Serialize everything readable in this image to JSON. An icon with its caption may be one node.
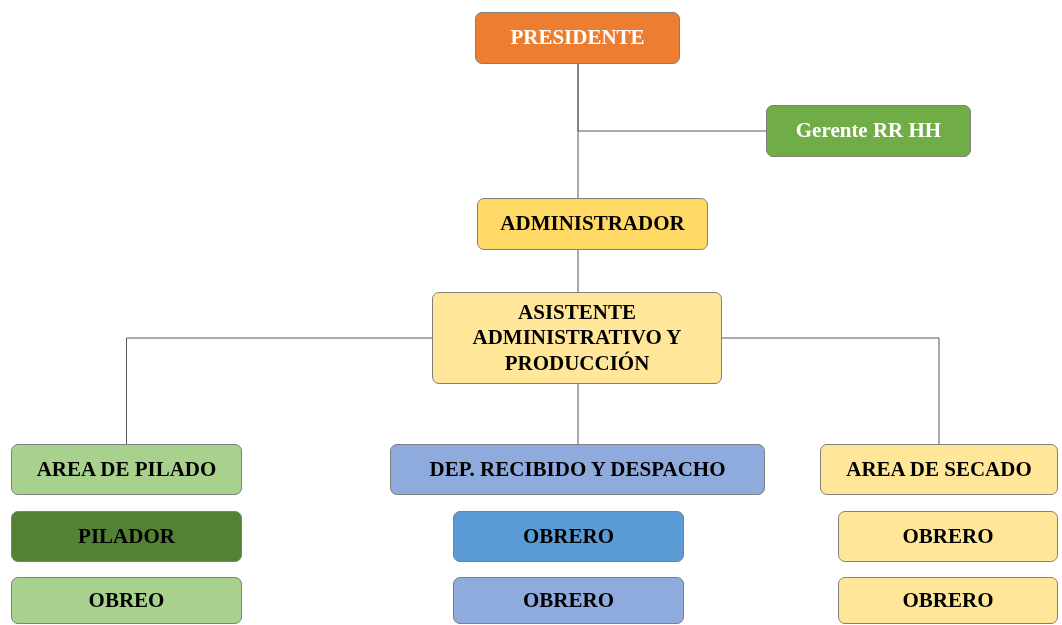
{
  "diagram": {
    "nodes": [
      {
        "text": [
          "PRESIDENTE"
        ]
      },
      {
        "text": [
          "Gerente RR HH"
        ]
      },
      {
        "text": [
          "ADMINISTRADOR"
        ]
      },
      {
        "text": [
          "ASISTENTE ADMINISTRATIVO Y PRODUCCIÓN"
        ]
      },
      {
        "text": [
          "AREA DE PILADO"
        ]
      },
      {
        "text": [
          "DEP. RECIBIDO Y DESPACHO"
        ]
      },
      {
        "text": [
          "AREA DE SECADO"
        ]
      },
      {
        "text": [
          "PILADOR"
        ]
      },
      {
        "text": [
          "OBREO"
        ]
      },
      {
        "text": [
          "OBRERO"
        ]
      },
      {
        "text": [
          "OBRERO"
        ]
      },
      {
        "text": [
          "OBRERO"
        ]
      },
      {
        "text": [
          "OBRERO"
        ]
      }
    ],
    "edges": [
      {
        "from": 0,
        "to": 2,
        "arrow": "none"
      },
      {
        "from": 0,
        "to": 1,
        "arrow": "none"
      },
      {
        "from": 2,
        "to": 3,
        "arrow": "none"
      },
      {
        "from": 3,
        "to": 4,
        "arrow": "none"
      },
      {
        "from": 3,
        "to": 5,
        "arrow": "none"
      },
      {
        "from": 3,
        "to": 6,
        "arrow": "none"
      }
    ]
  }
}
